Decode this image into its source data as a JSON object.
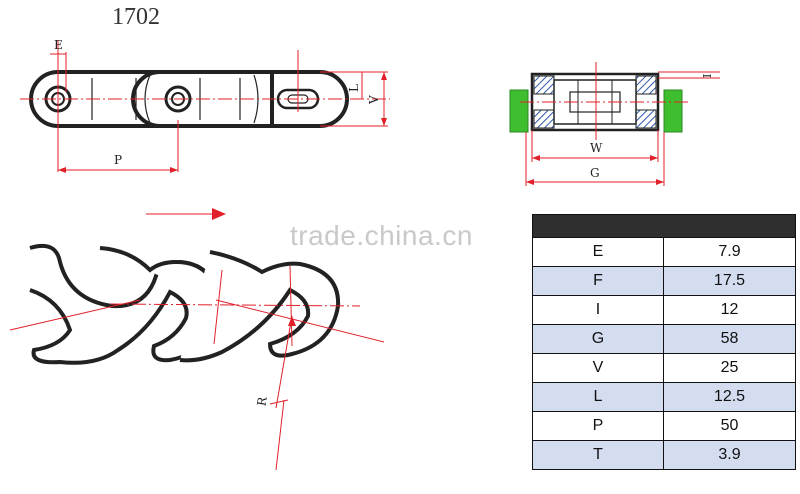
{
  "drawing": {
    "title": "1702",
    "watermark": "trade.china.cn",
    "top_view_labels": {
      "E": "E",
      "L": "L",
      "V": "V",
      "P": "P"
    },
    "section_labels": {
      "I": "I",
      "W": "W",
      "G": "G"
    },
    "side_view_labels": {
      "R": "R"
    },
    "colors": {
      "dimension": "#e0202a",
      "guide_block": "#3fbf2f",
      "hatch": "#2d56a8",
      "outline": "#222222"
    }
  },
  "spec_table": {
    "rows": [
      {
        "key": "E",
        "value": "7.9"
      },
      {
        "key": "F",
        "value": "17.5"
      },
      {
        "key": "I",
        "value": "12"
      },
      {
        "key": "G",
        "value": "58"
      },
      {
        "key": "V",
        "value": "25"
      },
      {
        "key": "L",
        "value": "12.5"
      },
      {
        "key": "P",
        "value": "50"
      },
      {
        "key": "T",
        "value": "3.9"
      }
    ]
  }
}
